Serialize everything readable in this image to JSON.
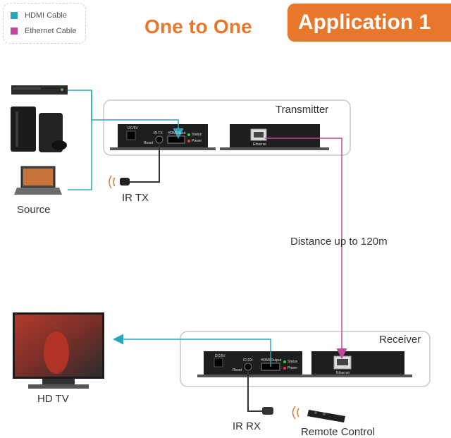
{
  "legend": {
    "hdmi": {
      "label": "HDMI Cable",
      "color": "#2aa6b8"
    },
    "ethernet": {
      "label": "Ethernet Cable",
      "color": "#c0479a"
    }
  },
  "title": "One to One",
  "badge": "Application 1",
  "accent_color": "#e8762b",
  "labels": {
    "transmitter": "Transmitter",
    "receiver": "Receiver",
    "source": "Source",
    "ir_tx": "IR TX",
    "ir_rx": "IR RX",
    "distance": "Distance up to 120m",
    "hd_tv": "HD TV",
    "remote_control": "Remote Control"
  },
  "device_text": {
    "tx_dc": "DC/5V",
    "tx_ir": "IR TX",
    "tx_hdmi": "HDMI Input",
    "tx_reset": "Reset",
    "tx_status": "Status",
    "tx_power": "Power",
    "tx_ethernet": "Ethernet",
    "rx_dc": "DC/5V",
    "rx_ir": "IR RX",
    "rx_hdmi": "HDMI Output",
    "rx_reset": "Reset",
    "rx_status": "Status",
    "rx_power": "Power",
    "rx_ethernet": "Ethernet"
  },
  "icons": [
    "blu-ray-player-icon",
    "game-console-icon",
    "laptop-icon",
    "ir-sensor-icon",
    "tv-icon",
    "remote-control-icon",
    "infrared-signal-icon"
  ]
}
